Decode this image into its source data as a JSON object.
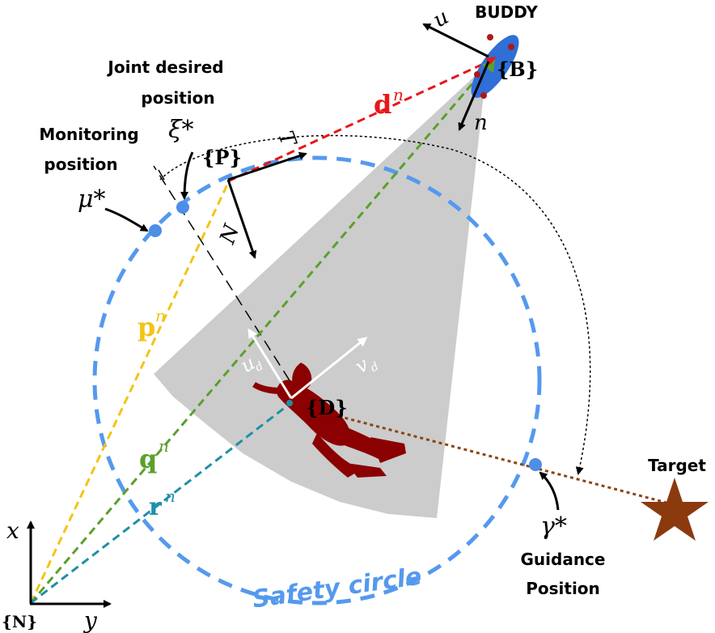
{
  "labels": {
    "buddy": "BUDDY",
    "joint_desired_line1": "Joint desired",
    "joint_desired_line2": "position",
    "monitoring_line1": "Monitoring",
    "monitoring_line2": "position",
    "target": "Target",
    "guidance_line1": "Guidance",
    "guidance_line2": "Position",
    "safety_circle": "Safety circle"
  },
  "symbols": {
    "frame_B": "{B}",
    "frame_P": "{P}",
    "frame_D": "{D}",
    "frame_N": "{N}",
    "xi_star": "ξ*",
    "mu_star": "μ*",
    "gamma_star": "γ*",
    "vec_d": "d",
    "vec_p": "p",
    "vec_q": "q",
    "vec_r": "r",
    "superscript_n": "n",
    "axis_T": "T",
    "axis_N": "N",
    "buddy_axis_1": "n",
    "buddy_axis_2": "n",
    "diver_u": "u",
    "diver_v": "v",
    "sub_d": "d",
    "axis_x": "x",
    "axis_y": "y"
  },
  "colors": {
    "safety_circle": "#5599ee",
    "vec_d": "#e8161b",
    "vec_p": "#f2c418",
    "vec_q": "#5aa02c",
    "vec_r": "#1f8fa8",
    "target_line": "#8b4513",
    "diver": "#8b0000",
    "buddy": "#2f6fd6",
    "fov": "#cccccc",
    "marker": "#4d8fe6"
  }
}
